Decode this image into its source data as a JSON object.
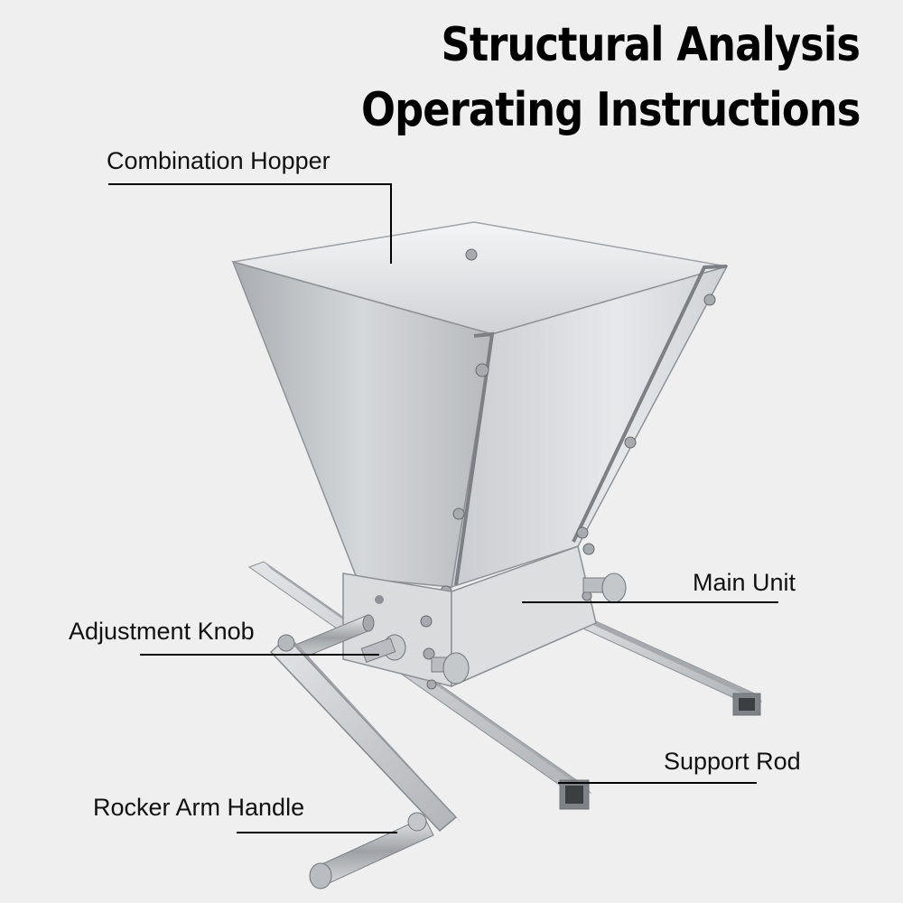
{
  "title": {
    "line1": "Structural Analysis",
    "line2": "Operating Instructions"
  },
  "callouts": {
    "combination_hopper": "Combination Hopper",
    "main_unit": "Main Unit",
    "adjustment_knob": "Adjustment Knob",
    "support_rod": "Support Rod",
    "rocker_arm_handle": "Rocker Arm Handle"
  },
  "colors": {
    "background": "#efefef",
    "steel_light": "#e4e6e8",
    "steel_mid": "#bfc2c5",
    "steel_dark": "#8e9296",
    "line": "#000000"
  }
}
